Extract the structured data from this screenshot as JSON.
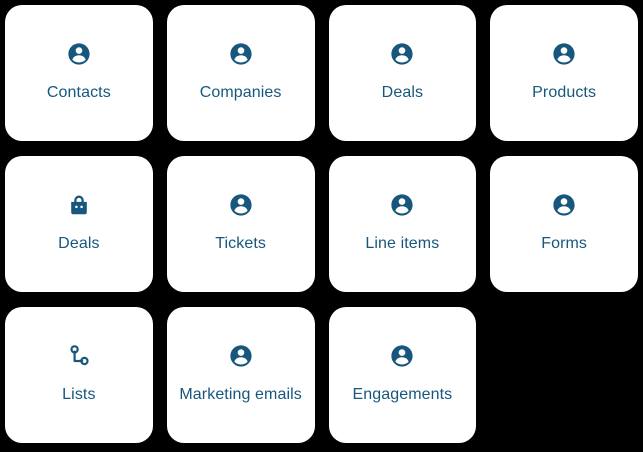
{
  "theme": {
    "background_color": "#000000",
    "tile_color": "#ffffff",
    "accent_color": "#17577d"
  },
  "grid": {
    "columns": 4,
    "rows": 3,
    "tiles": [
      {
        "label": "Contacts",
        "icon": "person-icon",
        "empty": false
      },
      {
        "label": "Companies",
        "icon": "person-icon",
        "empty": false
      },
      {
        "label": "Deals",
        "icon": "person-icon",
        "empty": false
      },
      {
        "label": "Products",
        "icon": "person-icon",
        "empty": false
      },
      {
        "label": "Deals",
        "icon": "shopping-bag-icon",
        "empty": false
      },
      {
        "label": "Tickets",
        "icon": "person-icon",
        "empty": false
      },
      {
        "label": "Line items",
        "icon": "person-icon",
        "empty": false
      },
      {
        "label": "Forms",
        "icon": "person-icon",
        "empty": false
      },
      {
        "label": "Lists",
        "icon": "node-branch-icon",
        "empty": false
      },
      {
        "label": "Marketing emails",
        "icon": "person-icon",
        "empty": false
      },
      {
        "label": "Engagements",
        "icon": "person-icon",
        "empty": false
      },
      {
        "label": "",
        "icon": "",
        "empty": true
      }
    ]
  }
}
